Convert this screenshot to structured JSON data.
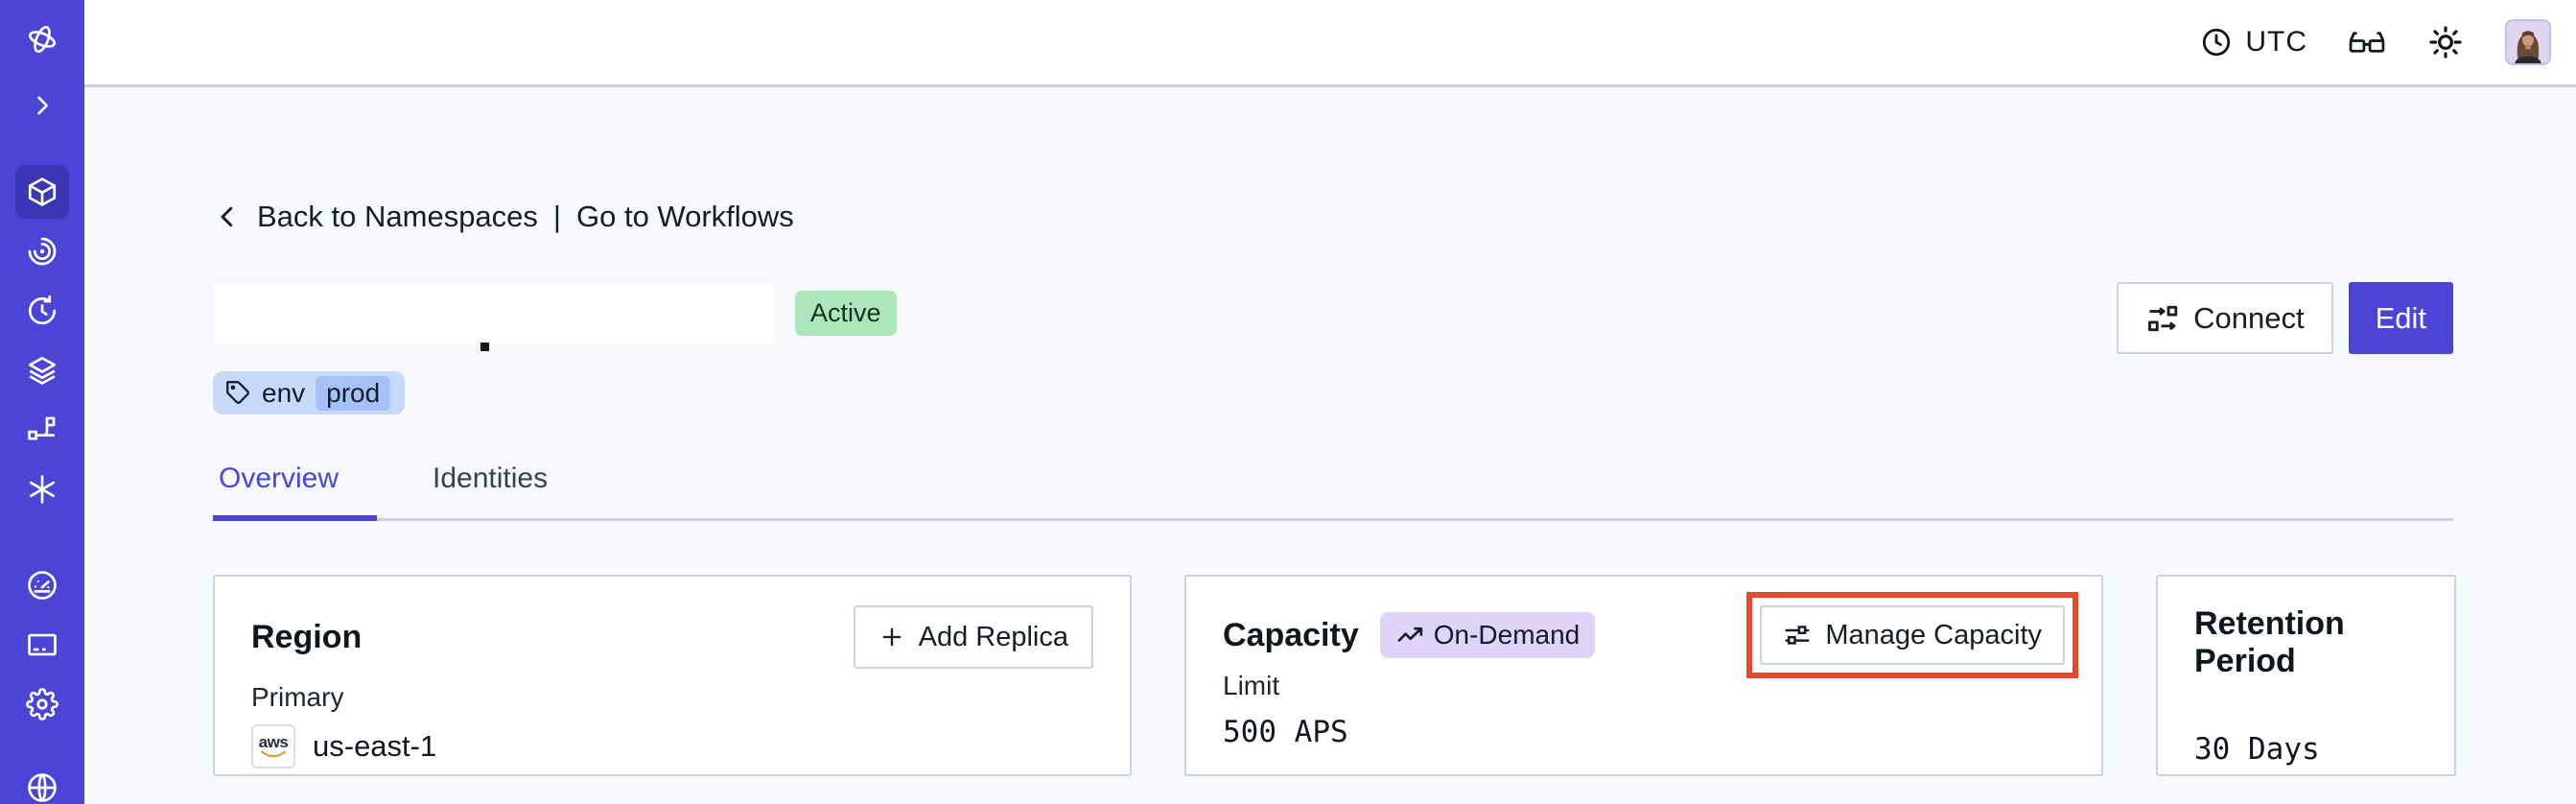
{
  "header": {
    "timezone_label": "UTC",
    "icons": [
      "clock-icon",
      "glasses-icon",
      "sun-theme-icon",
      "user-avatar"
    ]
  },
  "sidebar": {
    "icons": [
      "temporal-logo",
      "expand-chevron",
      "cube-namespaces (active)",
      "spiral",
      "clock-history",
      "layers",
      "pipeline-branch",
      "asterisk",
      "gauge-usage",
      "billing-card",
      "settings-gear",
      "globe (clipped)"
    ]
  },
  "breadcrumb": {
    "back_label": "Back to Namespaces",
    "separator": "|",
    "workflows_label": "Go to Workflows"
  },
  "namespace": {
    "name_redacted": true,
    "status_badge": "Active",
    "tag": {
      "key": "env",
      "value": "prod"
    }
  },
  "actions": {
    "connect_label": "Connect",
    "edit_label": "Edit"
  },
  "tabs": [
    {
      "label": "Overview",
      "active": true
    },
    {
      "label": "Identities",
      "active": false
    }
  ],
  "cards": {
    "region": {
      "title": "Region",
      "add_replica_label": "Add Replica",
      "primary_label": "Primary",
      "provider_label": "aws",
      "region_name": "us-east-1"
    },
    "capacity": {
      "title": "Capacity",
      "mode_badge": "On-Demand",
      "manage_label": "Manage Capacity",
      "limit_label": "Limit",
      "limit_value": "500 APS",
      "highlighted": true
    },
    "retention": {
      "title": "Retention Period",
      "value": "30 Days"
    }
  },
  "colors": {
    "sidebar": "#4a45d6",
    "primary_button": "#4a45d6",
    "active_tab": "#4a46d9",
    "status_badge_bg": "#aee6bb",
    "tag_bg": "#c6d9fb",
    "tag_chip_bg": "#a4c2f8",
    "ondemand_bg": "#ded4f9",
    "highlight_box": "#e5492c",
    "aws_smile": "#e8922e"
  }
}
